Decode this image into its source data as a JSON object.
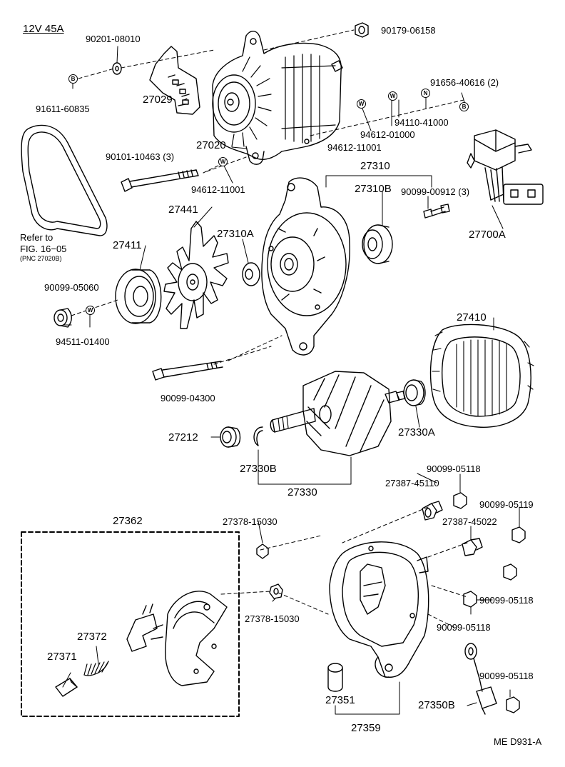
{
  "header": {
    "spec": "12V 45A"
  },
  "labels": {
    "p90201_08010": "90201-08010",
    "p90179_06158": "90179-06158",
    "p91611_60835": "91611-60835",
    "p27029": "27029",
    "p91656_40616": "91656-40616 (2)",
    "p94110_41000": "94110-41000",
    "p94612_01000": "94612-01000",
    "p94612_11001_top": "94612-11001",
    "p27020": "27020",
    "p90101_10463": "90101-10463 (3)",
    "p94612_11001_mid": "94612-11001",
    "p27310": "27310",
    "p27310B": "27310B",
    "p90099_00912": "90099-00912 (3)",
    "p27700A": "27700A",
    "refer1": "Refer to",
    "refer2": "FIG. 16−05",
    "refer3": "(PNC 27020B)",
    "p27441": "27441",
    "p27310A": "27310A",
    "p27411": "27411",
    "p90099_05060": "90099-05060",
    "p94511_01400": "94511-01400",
    "p27410": "27410",
    "p90099_04300": "90099-04300",
    "p27212": "27212",
    "p27330A": "27330A",
    "p27330B": "27330B",
    "p27330": "27330",
    "p90099_05118_a": "90099-05118",
    "p27387_45110": "27387-45110",
    "p90099_05119": "90099-05119",
    "p27362": "27362",
    "p27378_15030_a": "27378-15030",
    "p27387_45022": "27387-45022",
    "p27378_15030_b": "27378-15030",
    "p90099_05118_b": "90099-05118",
    "p90099_05118_c": "90099-05118",
    "p27372": "27372",
    "p27371": "27371",
    "p90099_05118_d": "90099-05118",
    "p27351": "27351",
    "p27350B": "27350B",
    "p27359": "27359",
    "code": "ME D931-A"
  },
  "symbols": {
    "b1": "B",
    "w1": "W",
    "w2": "W",
    "n1": "N",
    "b2": "B",
    "w3": "W",
    "w4": "W"
  }
}
